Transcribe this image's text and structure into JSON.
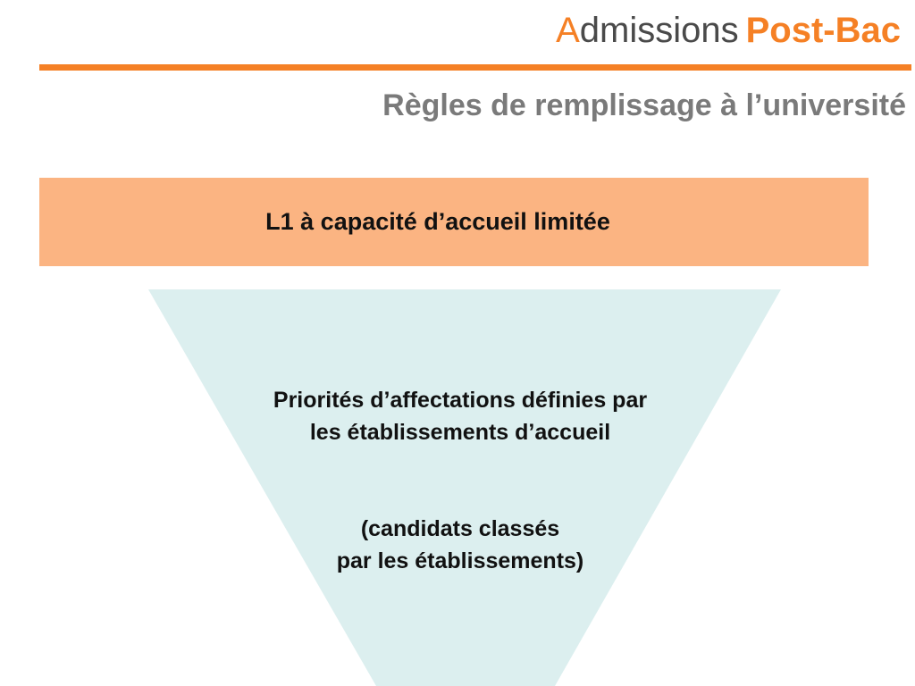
{
  "logo": {
    "letter_a": "A",
    "rest": "dmissions",
    "post_bac": "Post-Bac"
  },
  "page_title": "Règles de remplissage à l’université",
  "banner": {
    "text": "L1 à capacité d’accueil limitée"
  },
  "funnel": {
    "line1": "Priorités d’affectations définies par",
    "line2": "les établissements d’accueil",
    "line3": "(candidats classés",
    "line4": "par les établissements)"
  },
  "colors": {
    "accent_orange": "#f58025",
    "banner_fill": "#fbb482",
    "funnel_fill": "#dcefef",
    "title_gray": "#7a7a7a"
  }
}
